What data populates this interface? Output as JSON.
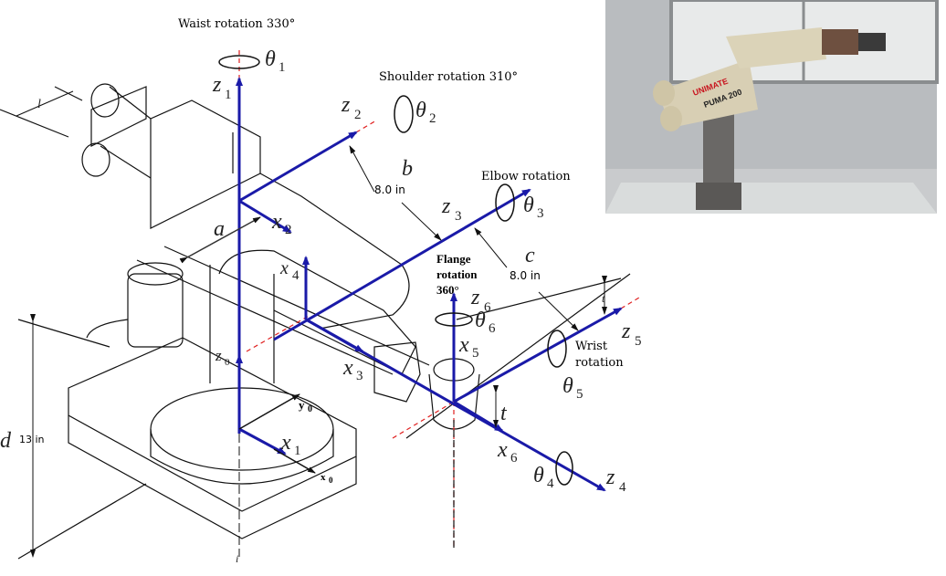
{
  "title": "PUMA robot joint coordinate frames",
  "rotations": {
    "waist": "Waist rotation 330°",
    "shoulder": "Shoulder rotation 310°",
    "elbow": "Elbow rotation",
    "flange_1": "Flange",
    "flange_2": "rotation",
    "flange_3": "360°",
    "wrist_1": "Wrist",
    "wrist_2": "rotation"
  },
  "thetas": [
    {
      "base": "θ",
      "sub": "1"
    },
    {
      "base": "θ",
      "sub": "2"
    },
    {
      "base": "θ",
      "sub": "3"
    },
    {
      "base": "θ",
      "sub": "4"
    },
    {
      "base": "θ",
      "sub": "5"
    },
    {
      "base": "θ",
      "sub": "6"
    }
  ],
  "axes": {
    "z0": {
      "base": "z",
      "sub": "0"
    },
    "z1": {
      "base": "z",
      "sub": "1"
    },
    "z2": {
      "base": "z",
      "sub": "2"
    },
    "z3": {
      "base": "z",
      "sub": "3"
    },
    "z4": {
      "base": "z",
      "sub": "4"
    },
    "z5": {
      "base": "z",
      "sub": "5"
    },
    "z6": {
      "base": "z",
      "sub": "6"
    },
    "x1": {
      "base": "x",
      "sub": "1"
    },
    "x2": {
      "base": "x",
      "sub": "2"
    },
    "x3": {
      "base": "x",
      "sub": "3"
    },
    "x4": {
      "base": "x",
      "sub": "4"
    },
    "x5": {
      "base": "x",
      "sub": "5"
    },
    "x6": {
      "base": "x",
      "sub": "6"
    },
    "x0": {
      "base": "x",
      "sub": "0"
    },
    "y0": {
      "base": "y",
      "sub": "0"
    }
  },
  "dimensions": {
    "a": "a",
    "b": "b",
    "b_value": "8.0 in",
    "c": "c",
    "c_value": "8.0 in",
    "d": "d",
    "d_value": "13 in",
    "l": "l",
    "t": "t",
    "t_small": "t",
    "i": "i"
  },
  "photo": {
    "brand": "UNIMATE",
    "model": "PUMA 200"
  },
  "colors": {
    "axis": "#1a1aa8",
    "joint_axis": "#e02020"
  }
}
